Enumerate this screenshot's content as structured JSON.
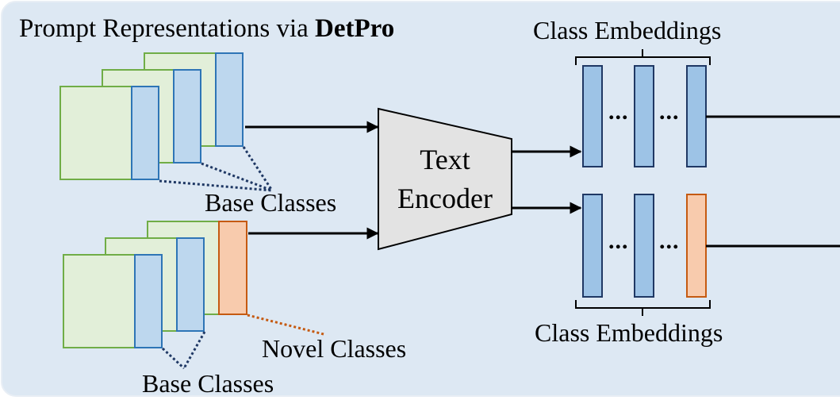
{
  "title": {
    "prefix": "Prompt Representations via ",
    "bold": "DetPro"
  },
  "labels": {
    "class_embeddings_top": "Class Embeddings",
    "class_embeddings_bottom": "Class Embeddings",
    "base_classes_top": "Base Classes",
    "base_classes_bottom": "Base Classes",
    "novel_classes": "Novel Classes"
  },
  "encoder": {
    "line1": "Text",
    "line2": "Encoder"
  },
  "ellipsis": "...",
  "colors": {
    "background": "#dde8f3",
    "prompt_fill": "#e2efd9",
    "prompt_stroke": "#70ad47",
    "base_fill": "#bdd7ee",
    "base_stroke": "#2e75b6",
    "embedding_fill": "#9dc3e6",
    "embedding_stroke": "#1f3864",
    "novel_fill": "#f8cbad",
    "novel_stroke": "#c55a11",
    "encoder_fill": "#e3e3e3"
  }
}
